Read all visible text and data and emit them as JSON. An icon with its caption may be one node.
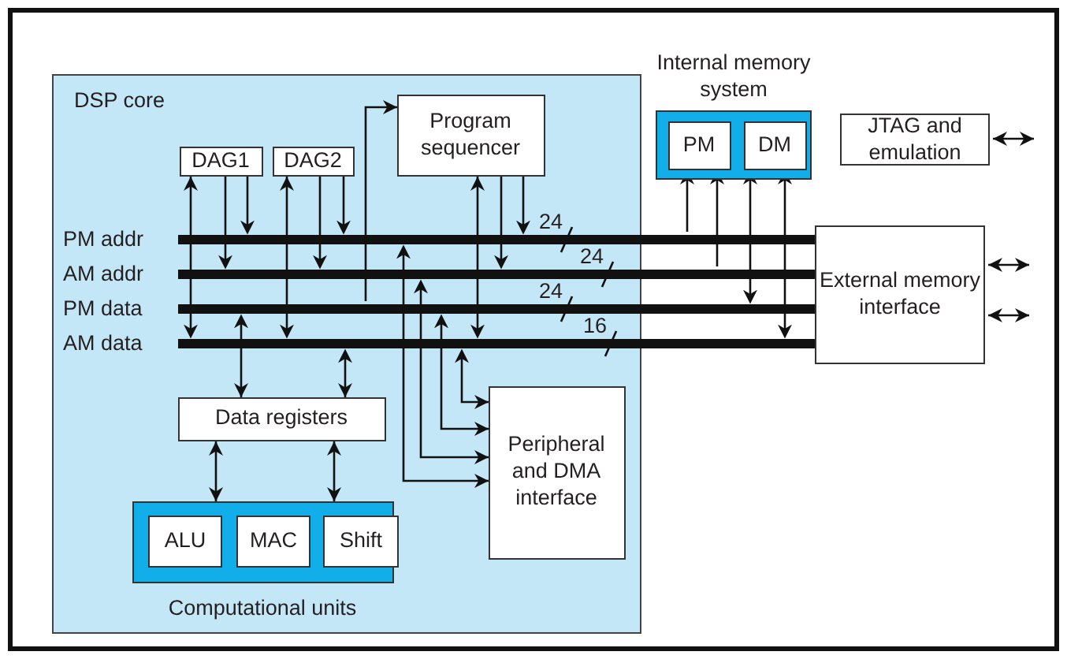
{
  "diagram": {
    "nodes": [
      {
        "text": [
          "DSP core"
        ]
      },
      {
        "text": [
          "DAG1"
        ],
        "in": 0
      },
      {
        "text": [
          "DAG2"
        ],
        "in": 0
      },
      {
        "text": [
          "Program sequencer"
        ],
        "in": 0
      },
      {
        "text": [
          "PM addr"
        ],
        "beside": [
          "24"
        ]
      },
      {
        "text": [
          "AM addr"
        ],
        "beside": [
          "24"
        ]
      },
      {
        "text": [
          "PM data"
        ],
        "beside": [
          "24"
        ]
      },
      {
        "text": [
          "AM data"
        ],
        "beside": [
          "16"
        ]
      },
      {
        "text": [
          "Data registers"
        ],
        "in": 0
      },
      {
        "text": [
          "Computational units"
        ],
        "in": 0
      },
      {
        "text": [
          "ALU"
        ],
        "in": 9
      },
      {
        "text": [
          "MAC"
        ],
        "in": 9
      },
      {
        "text": [
          "Shift"
        ],
        "in": 9
      },
      {
        "text": [
          "Peripheral and DMA interface"
        ],
        "in": 0
      },
      {
        "text": [
          "Internal memory system"
        ]
      },
      {
        "text": [
          "PM"
        ],
        "in": 14
      },
      {
        "text": [
          "DM"
        ],
        "in": 14
      },
      {
        "text": [
          "JTAG and emulation"
        ]
      },
      {
        "text": [
          "External memory interface"
        ]
      }
    ],
    "edges": [
      {
        "from": 1,
        "to": 7,
        "arrow": "both"
      },
      {
        "from": 1,
        "to": 5,
        "arrow": "to"
      },
      {
        "from": 1,
        "to": 4,
        "arrow": "to"
      },
      {
        "from": 2,
        "to": 7,
        "arrow": "both"
      },
      {
        "from": 2,
        "to": 5,
        "arrow": "to"
      },
      {
        "from": 2,
        "to": 4,
        "arrow": "to"
      },
      {
        "from": 6,
        "to": 3,
        "arrow": "to"
      },
      {
        "from": 3,
        "to": 7,
        "arrow": "both"
      },
      {
        "from": 3,
        "to": 5,
        "arrow": "to"
      },
      {
        "from": 3,
        "to": 4,
        "arrow": "to"
      },
      {
        "from": 6,
        "to": 8,
        "arrow": "both"
      },
      {
        "from": 7,
        "to": 8,
        "arrow": "both"
      },
      {
        "from": 8,
        "to": 9,
        "arrow": "both"
      },
      {
        "from": 8,
        "to": 9,
        "arrow": "both"
      },
      {
        "from": 4,
        "to": 13,
        "arrow": "both"
      },
      {
        "from": 5,
        "to": 13,
        "arrow": "both"
      },
      {
        "from": 6,
        "to": 13,
        "arrow": "both"
      },
      {
        "from": 7,
        "to": 13,
        "arrow": "both"
      },
      {
        "from": 4,
        "to": 15,
        "arrow": "to"
      },
      {
        "from": 5,
        "to": 15,
        "arrow": "to"
      },
      {
        "from": 16,
        "to": 6,
        "arrow": "both"
      },
      {
        "from": 16,
        "to": 7,
        "arrow": "both"
      },
      {
        "from": 17,
        "to": null,
        "arrow": "both"
      },
      {
        "from": 18,
        "to": null,
        "arrow": "both"
      },
      {
        "from": 18,
        "to": null,
        "arrow": "both"
      }
    ]
  }
}
